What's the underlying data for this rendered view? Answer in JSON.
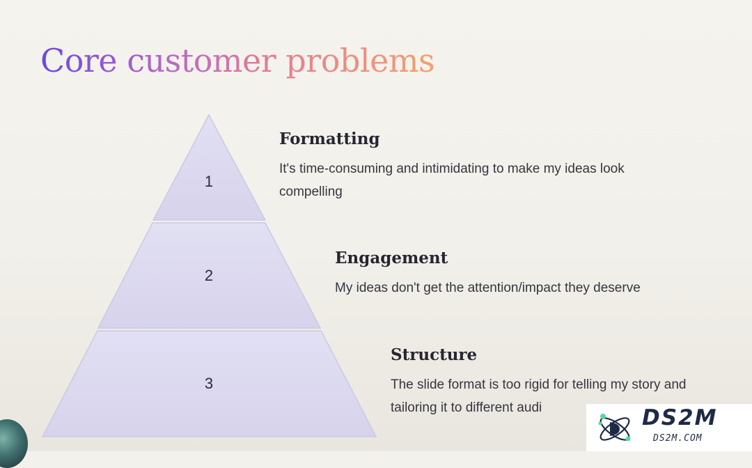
{
  "slide": {
    "title": "Core customer problems"
  },
  "pyramid": {
    "tiers": [
      {
        "number": "1"
      },
      {
        "number": "2"
      },
      {
        "number": "3"
      }
    ],
    "fill_color": "#dcdaf0",
    "stroke_color": "#c9c6e6"
  },
  "problems": [
    {
      "heading": "Formatting",
      "description": "It's time-consuming and intimidating to make my ideas look compelling"
    },
    {
      "heading": "Engagement",
      "description": "My ideas don't get the attention/impact they deserve"
    },
    {
      "heading": "Structure",
      "description": "The slide format is too rigid for telling my story and tailoring it to different audi"
    }
  ],
  "watermark": {
    "name": "DS2M",
    "url": "DS2M.COM"
  }
}
